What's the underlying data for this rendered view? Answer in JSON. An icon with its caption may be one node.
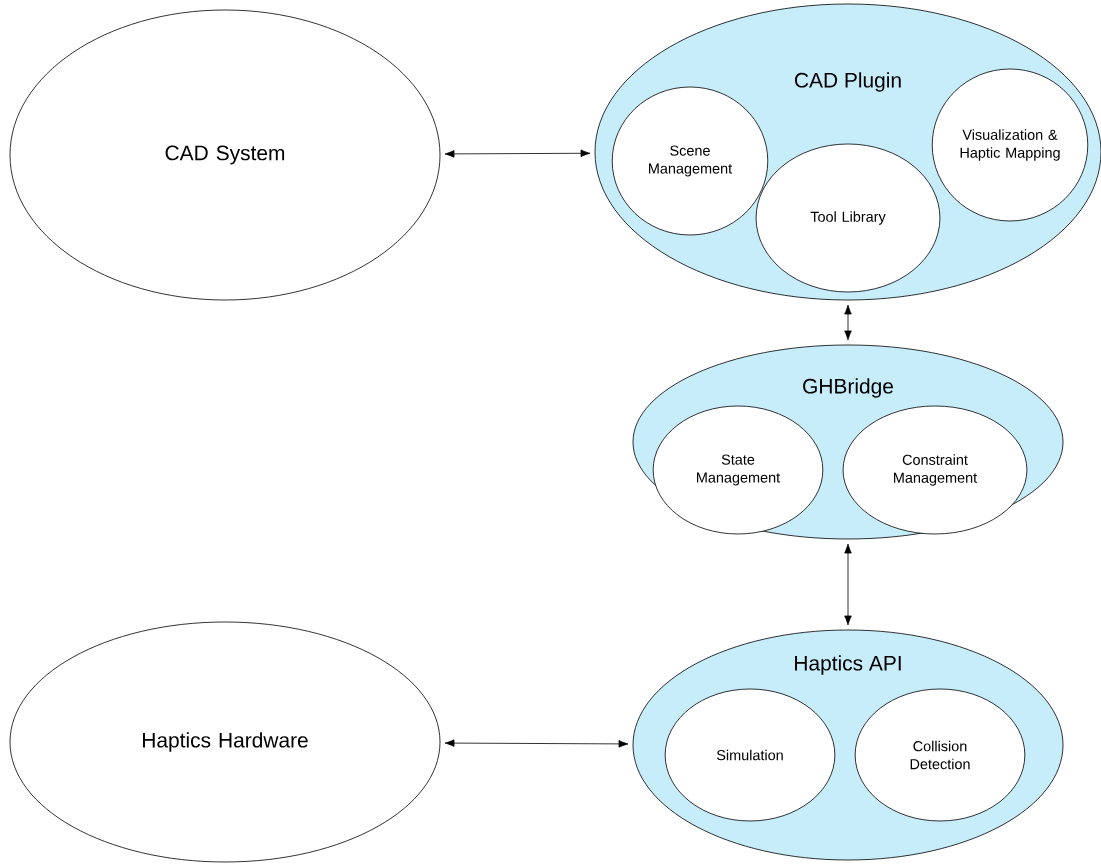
{
  "diagram": {
    "nodes": [
      {
        "text": [
          "CAD System"
        ]
      },
      {
        "text": [
          "CAD Plugin"
        ]
      },
      {
        "text": [
          "Scene Management"
        ],
        "in": 1
      },
      {
        "text": [
          "Visualization & Haptic Mapping"
        ],
        "in": 1
      },
      {
        "text": [
          "Tool Library"
        ],
        "in": 1
      },
      {
        "text": [
          "GHBridge"
        ]
      },
      {
        "text": [
          "State Management"
        ],
        "in": 5
      },
      {
        "text": [
          "Constraint Management"
        ],
        "in": 5
      },
      {
        "text": [
          "Haptics API"
        ]
      },
      {
        "text": [
          "Simulation"
        ],
        "in": 8
      },
      {
        "text": [
          "Collision Detection"
        ],
        "in": 8
      },
      {
        "text": [
          "Haptics Hardware"
        ]
      }
    ],
    "edges": [
      {
        "from": 0,
        "to": 1,
        "arrow": "both"
      },
      {
        "from": 1,
        "to": 5,
        "arrow": "both"
      },
      {
        "from": 5,
        "to": 8,
        "arrow": "both"
      },
      {
        "from": 11,
        "to": 8,
        "arrow": "both"
      }
    ]
  }
}
